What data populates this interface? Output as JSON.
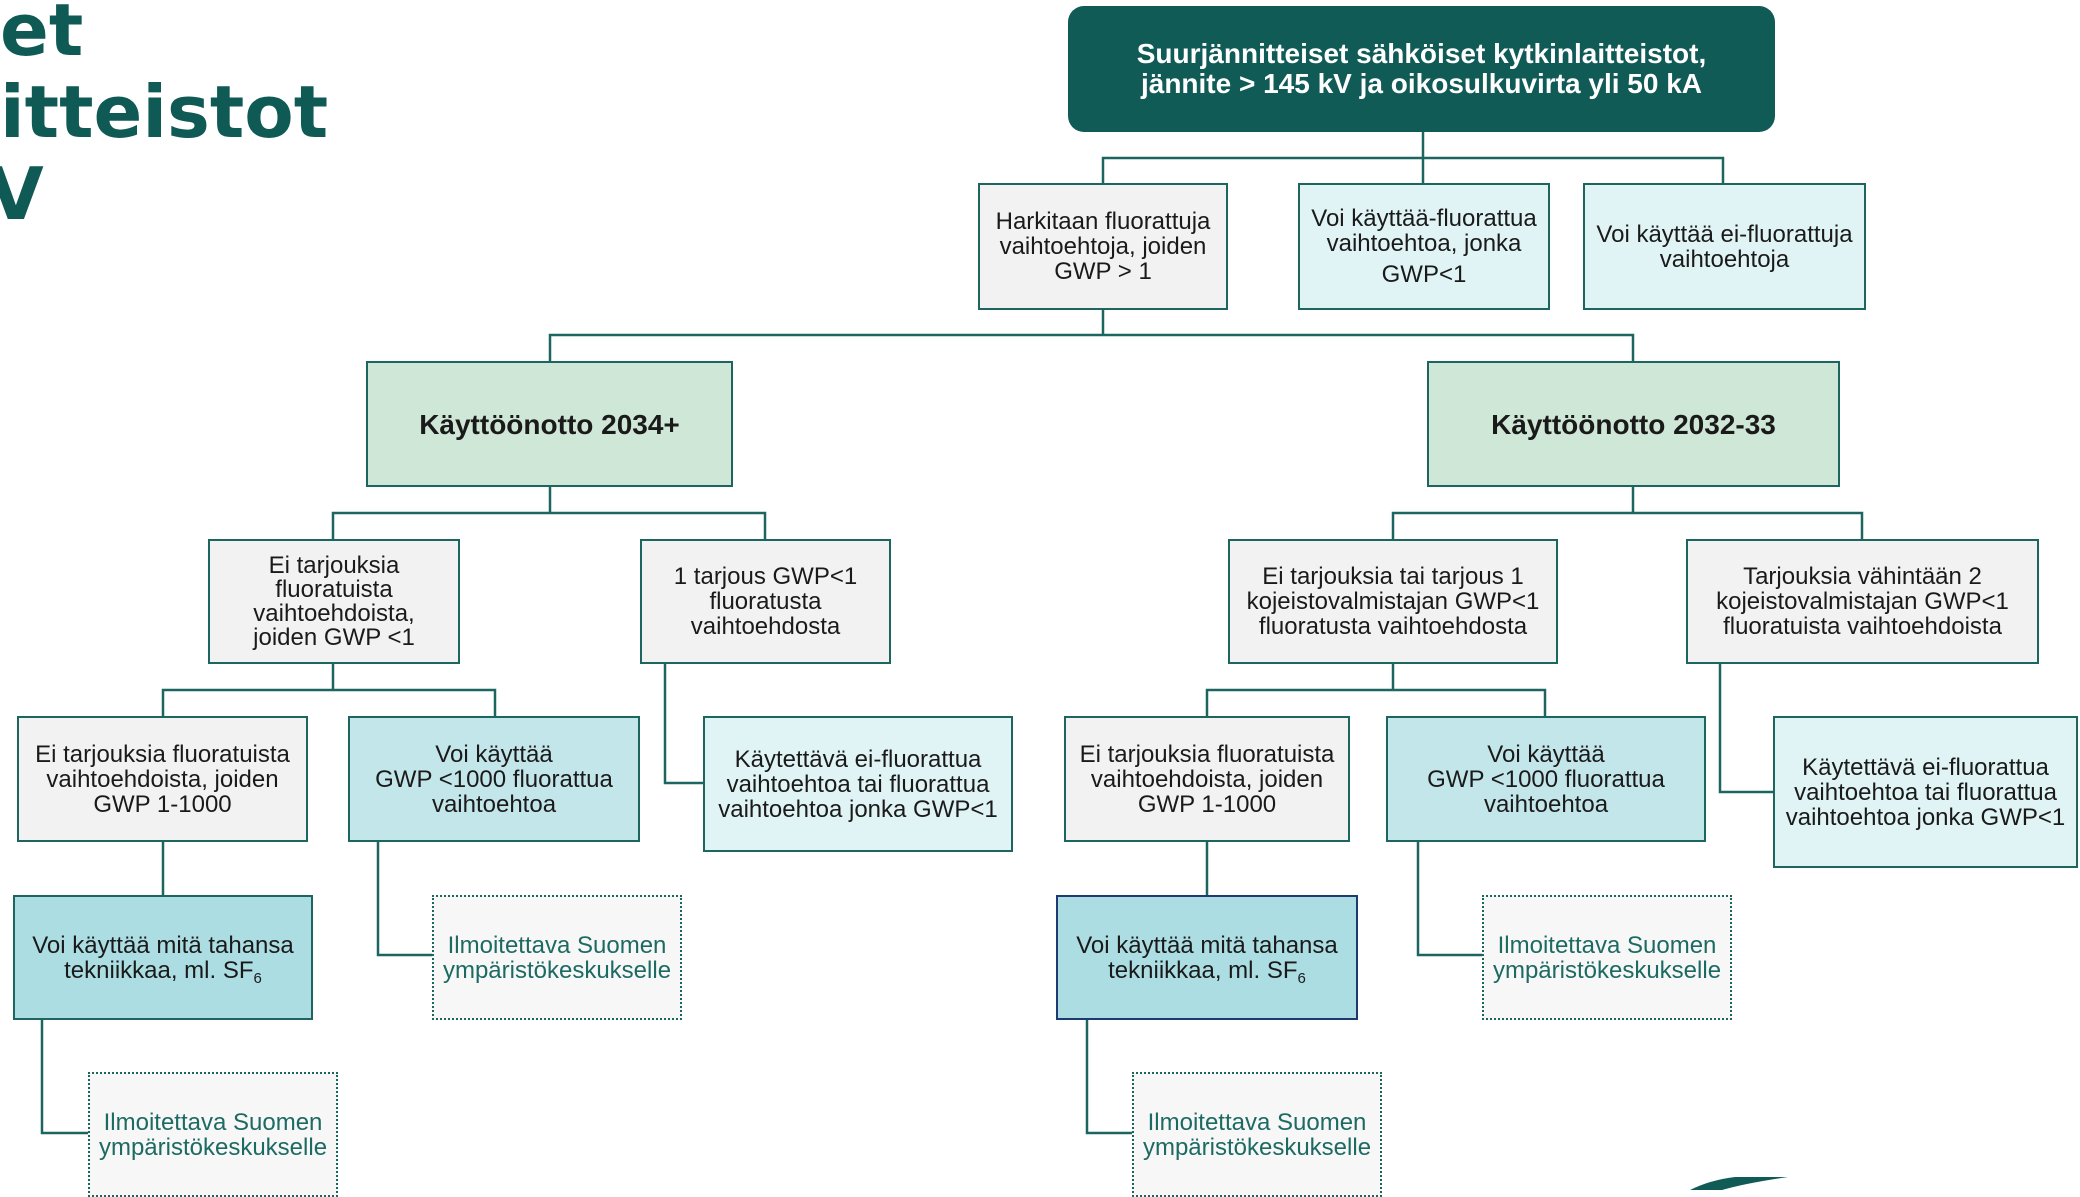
{
  "title_lines": [
    "et",
    "itteistot",
    "V"
  ],
  "root": {
    "lines": [
      "Suurjännitteiset sähköiset kytkinlaitteistot,",
      "jännite > 145 kV ja oikosulkuvirta yli 50 kA"
    ]
  },
  "level1": {
    "consider": [
      "Harkitaan fluorattuja",
      "vaihtoehtoja, joiden",
      "GWP > 1"
    ],
    "fluorinated_ok": [
      "Voi käyttää-fluorattua",
      "vaihtoehtoa, jonka",
      "GWP<1"
    ],
    "non_fluorinated_ok": [
      "Voi käyttää ei-fluorattuja",
      "vaihtoehtoja"
    ]
  },
  "left": {
    "deployment": "Käyttöönotto 2034+",
    "no_offers": [
      "Ei tarjouksia",
      "fluoratuista",
      "vaihtoehdoista,",
      "joiden GWP <1"
    ],
    "one_offer": [
      "1 tarjous GWP<1",
      "fluoratusta",
      "vaihtoehdosta"
    ],
    "no_offers_1000": [
      "Ei tarjouksia fluoratuista",
      "vaihtoehdoista, joiden",
      "GWP 1-1000"
    ],
    "gwp1000": [
      "Voi käyttää",
      "GWP <1000 fluorattua",
      "vaihtoehtoa"
    ],
    "use_nonfluor": [
      "Käytettävä ei-fluorattua",
      "vaihtoehtoa tai fluorattua",
      "vaihtoehtoa jonka GWP<1"
    ],
    "any_tech": [
      "Voi käyttää mitä tahansa",
      "tekniikkaa, ml. SF"
    ],
    "notify_a": [
      "Ilmoitettava Suomen",
      "ympäristökeskukselle"
    ],
    "notify_b": [
      "Ilmoitettava Suomen",
      "ympäristökeskukselle"
    ]
  },
  "right": {
    "deployment": "Käyttöönotto 2032-33",
    "no_offers": [
      "Ei tarjouksia tai tarjous 1",
      "kojeistovalmistajan GWP<1",
      "fluoratusta vaihtoehdosta"
    ],
    "two_offers": [
      "Tarjouksia vähintään 2",
      "kojeistovalmistajan GWP<1",
      "fluoratuista vaihtoehdoista"
    ],
    "no_offers_1000": [
      "Ei tarjouksia fluoratuista",
      "vaihtoehdoista, joiden",
      "GWP 1-1000"
    ],
    "gwp1000": [
      "Voi käyttää",
      "GWP <1000 fluorattua",
      "vaihtoehtoa"
    ],
    "use_nonfluor": [
      "Käytettävä ei-fluorattua",
      "vaihtoehtoa tai fluorattua",
      "vaihtoehtoa jonka GWP<1"
    ],
    "any_tech": [
      "Voi käyttää mitä tahansa",
      "tekniikkaa, ml. SF"
    ],
    "notify_a": [
      "Ilmoitettava Suomen",
      "ympäristökeskukselle"
    ],
    "notify_b": [
      "Ilmoitettava Suomen",
      "ympäristökeskukselle"
    ]
  },
  "sf6_subscript": "6",
  "colors": {
    "title": "#0f5a55",
    "root_fill": "#115b57",
    "line": "#1d6660",
    "gray_fill": "#f2f2f2",
    "light_fill": "#e1f4f5",
    "teal_fill": "#abdde3",
    "green_fill": "#cfe7d7",
    "notify_text": "#1d6a63"
  }
}
